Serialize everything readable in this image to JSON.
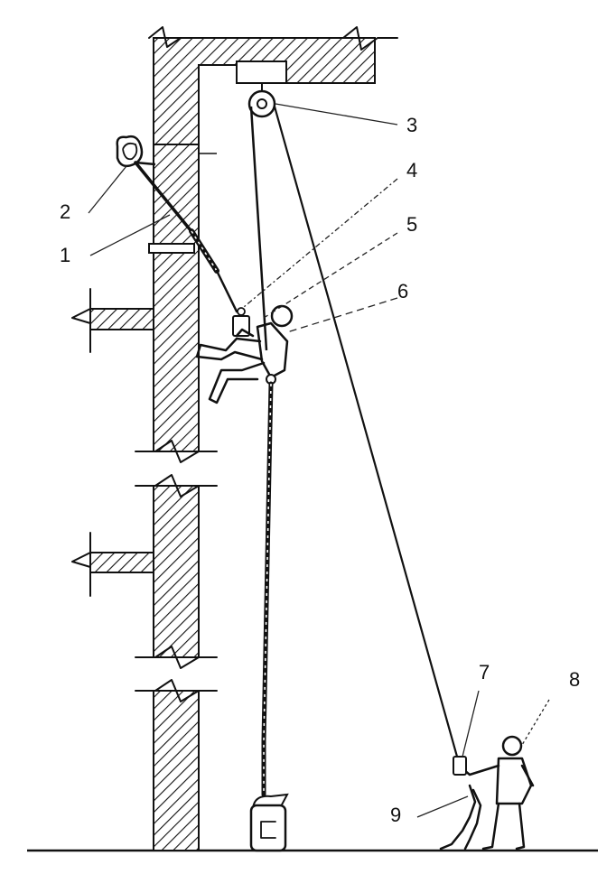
{
  "diagram": {
    "callouts": [
      {
        "id": "1",
        "label": "1"
      },
      {
        "id": "2",
        "label": "2"
      },
      {
        "id": "3",
        "label": "3"
      },
      {
        "id": "4",
        "label": "4"
      },
      {
        "id": "5",
        "label": "5"
      },
      {
        "id": "6",
        "label": "6"
      },
      {
        "id": "7",
        "label": "7"
      },
      {
        "id": "8",
        "label": "8"
      },
      {
        "id": "9",
        "label": "9"
      }
    ]
  },
  "colors": {
    "ink": "#111111",
    "paper": "#ffffff"
  }
}
